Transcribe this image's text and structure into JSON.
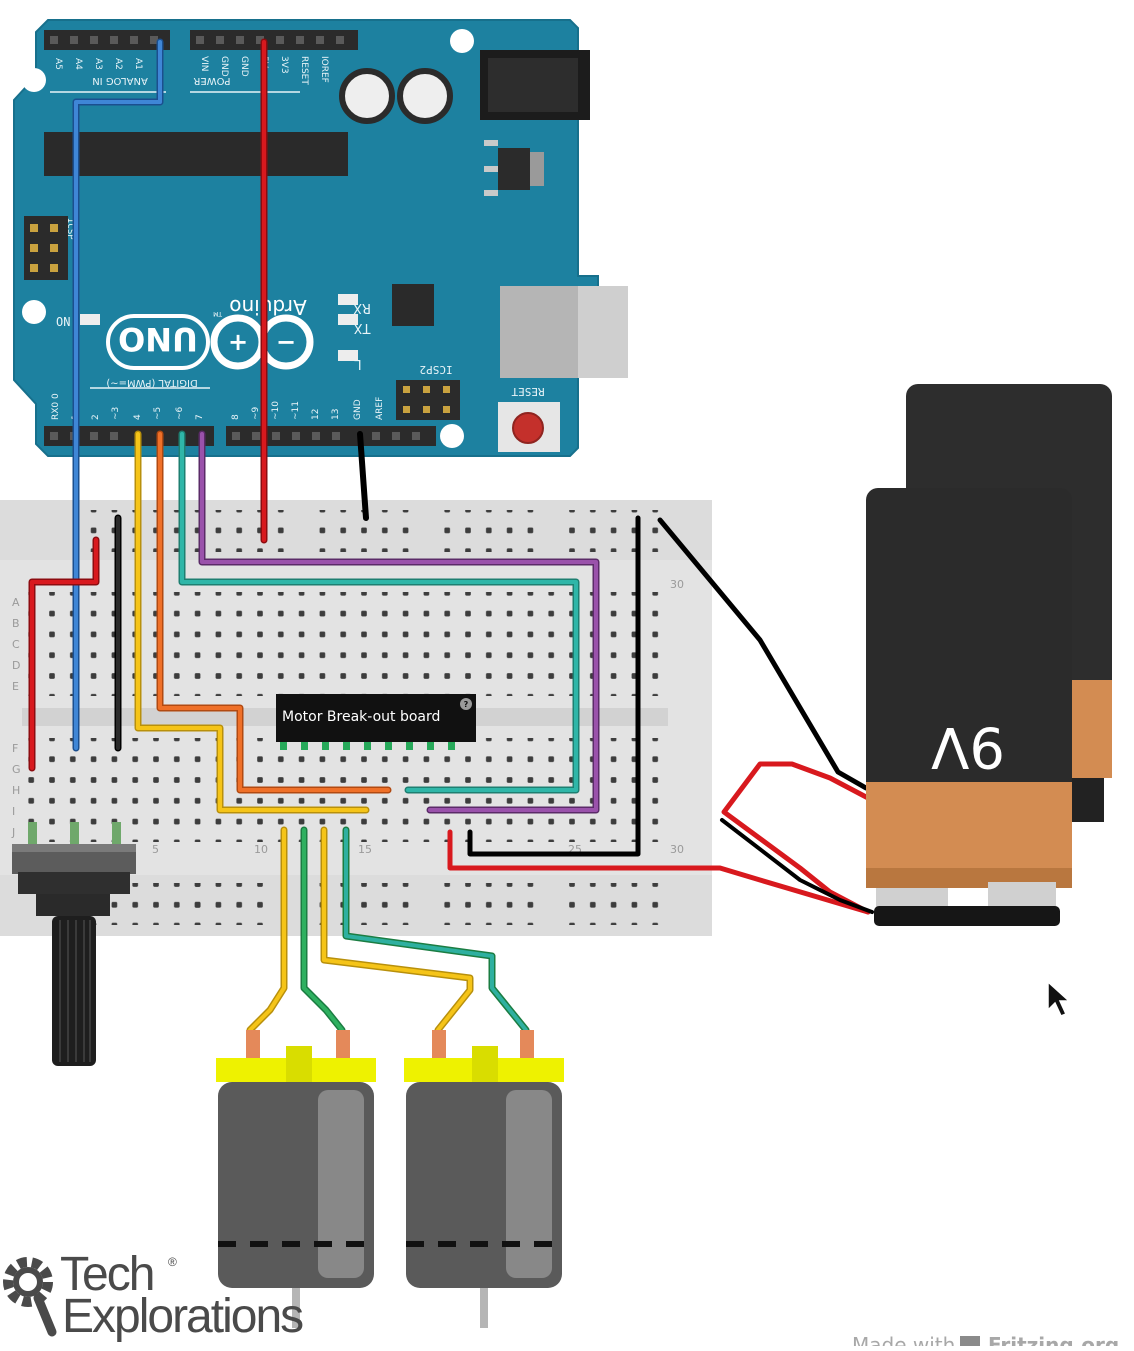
{
  "arduino": {
    "brand": "Arduino",
    "model": "UNO",
    "tm": "TM",
    "header_analog": "ANALOG IN",
    "header_power": "POWER",
    "header_digital": "DIGITAL (PWM=~)",
    "on_label": "ON",
    "tx_label": "TX",
    "rx_label": "RX",
    "l_label": "L",
    "reset_label": "RESET",
    "icsp_label": "ICSP2",
    "icsp_side_label": "ICSP",
    "analog_pins": [
      "A5",
      "A4",
      "A3",
      "A2",
      "A1"
    ],
    "power_pins": [
      "VIN",
      "GND",
      "GND",
      "5V",
      "3V3",
      "RESET",
      "IOREF"
    ],
    "digital_pins_low": [
      "RX0 0",
      "1",
      "2",
      "~3",
      "4",
      "~5",
      "~6",
      "7"
    ],
    "digital_pins_high": [
      "8",
      "~9",
      "~10",
      "~11",
      "12",
      "13",
      "GND",
      "AREF"
    ]
  },
  "breadboard": {
    "row_letters": [
      "A",
      "B",
      "C",
      "D",
      "E",
      "F",
      "G",
      "H",
      "I",
      "J"
    ],
    "column_markers": [
      "5",
      "10",
      "15",
      "25",
      "30"
    ],
    "chip_label": "Motor Break-out board",
    "chip_badge": "?"
  },
  "battery": {
    "label": "9V"
  },
  "logo": {
    "line1": "Tech",
    "line2": "Explorations",
    "registered": "®"
  },
  "footer": {
    "made_with": "Made with",
    "app_name": "Fritzing.org"
  },
  "colors": {
    "board": "#1d81a0",
    "breadboard": "#e5e5e5",
    "wire_red": "#d0171b",
    "wire_blue": "#2f74c8",
    "wire_yellow": "#f5c418",
    "wire_orange": "#ec6a22",
    "wire_green": "#27a95a",
    "wire_purple": "#8f4aa0",
    "wire_black": "#1a1a1a",
    "battery_body": "#2b2b2b",
    "battery_band": "#d38c52",
    "motor_cap": "#eef200"
  }
}
